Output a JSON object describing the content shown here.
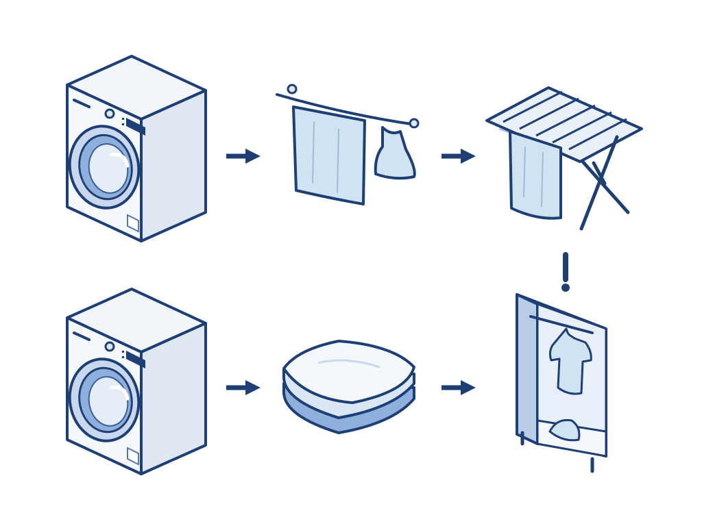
{
  "diagram": {
    "kind": "laundry-process-flow",
    "colors": {
      "outline": "#1e3f74",
      "fill_light": "#eef2f8",
      "fill_mid": "#c9d8ee",
      "fill_blue": "#8fb0dc",
      "cloth": "#cfe3f3",
      "arrow": "#1e3f74"
    },
    "steps": [
      {
        "id": "washer-1",
        "icon": "washing-machine-icon"
      },
      {
        "id": "clothesline",
        "icon": "clothesline-icon"
      },
      {
        "id": "drying-rack",
        "icon": "drying-rack-icon"
      },
      {
        "id": "washer-2",
        "icon": "washing-machine-icon"
      },
      {
        "id": "folded-laundry",
        "icon": "folded-laundry-icon"
      },
      {
        "id": "wardrobe",
        "icon": "wardrobe-icon"
      }
    ],
    "connections": [
      {
        "from": "washer-1",
        "to": "clothesline",
        "direction": "right"
      },
      {
        "from": "clothesline",
        "to": "drying-rack",
        "direction": "right"
      },
      {
        "from": "drying-rack",
        "to": "wardrobe",
        "direction": "down"
      },
      {
        "from": "washer-2",
        "to": "folded-laundry",
        "direction": "right"
      },
      {
        "from": "folded-laundry",
        "to": "wardrobe",
        "direction": "right"
      }
    ]
  }
}
